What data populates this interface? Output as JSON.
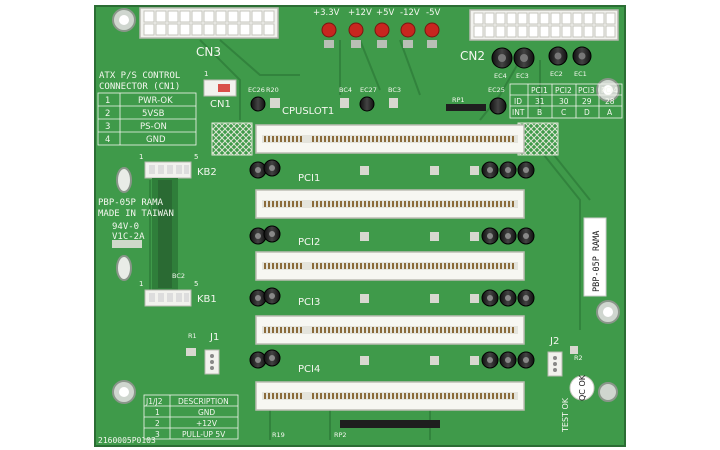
{
  "board": {
    "model": "PBP-05P RAMA",
    "origin": "MADE IN TAIWAN",
    "rating": "94V-0",
    "cert": "V1C-2A",
    "serial": "2160005P0103",
    "side_label": "PBP-05P RAMA",
    "qc_label": "QC OK",
    "test_label": "TEST OK"
  },
  "connectors": {
    "cn1": "CN1",
    "cn2": "CN2",
    "cn3": "CN3",
    "kb1": "KB1",
    "kb2": "KB2",
    "j1": "J1",
    "j2": "J2",
    "cpu_slot": "CPUSLOT1",
    "pci_slots": [
      "PCI1",
      "PCI2",
      "PCI3",
      "PCI4"
    ]
  },
  "voltages": [
    "+3.3V",
    "+12V",
    "+5V",
    "-12V",
    "-5V"
  ],
  "capacitors": {
    "top": [
      "EC4",
      "EC3",
      "EC2",
      "EC1"
    ],
    "mid": [
      "EC26",
      "R20",
      "BC4",
      "EC27",
      "BC3",
      "EC25",
      "RP1"
    ],
    "misc": [
      "BC2",
      "R1",
      "R2",
      "R19",
      "RP2"
    ]
  },
  "atx_table": {
    "title1": "ATX P/S CONTROL",
    "title2": "CONNECTOR (CN1)",
    "rows": [
      {
        "pin": "1",
        "signal": "PWR-OK"
      },
      {
        "pin": "2",
        "signal": "5VSB"
      },
      {
        "pin": "3",
        "signal": "PS-ON"
      },
      {
        "pin": "4",
        "signal": "GND"
      }
    ]
  },
  "pci_table": {
    "headers": [
      "PCI1",
      "PCI2",
      "PCI3",
      "PCI4"
    ],
    "id_label": "ID",
    "id_values": [
      "31",
      "30",
      "29",
      "28"
    ],
    "int_label": "INT",
    "int_values": [
      "B",
      "C",
      "D",
      "A"
    ]
  },
  "jumper_table": {
    "header": [
      "J1/J2",
      "DESCRIPTION"
    ],
    "rows": [
      {
        "pin": "1",
        "desc": "GND"
      },
      {
        "pin": "2",
        "desc": "+12V"
      },
      {
        "pin": "3",
        "desc": "PULL-UP 5V"
      }
    ]
  },
  "colors": {
    "pcb": "#3f9a4a",
    "pcb_dark": "#2e7d3a",
    "silk": "#f4f7ef",
    "slot": "#f7f7f2",
    "led": "#c8261f"
  }
}
